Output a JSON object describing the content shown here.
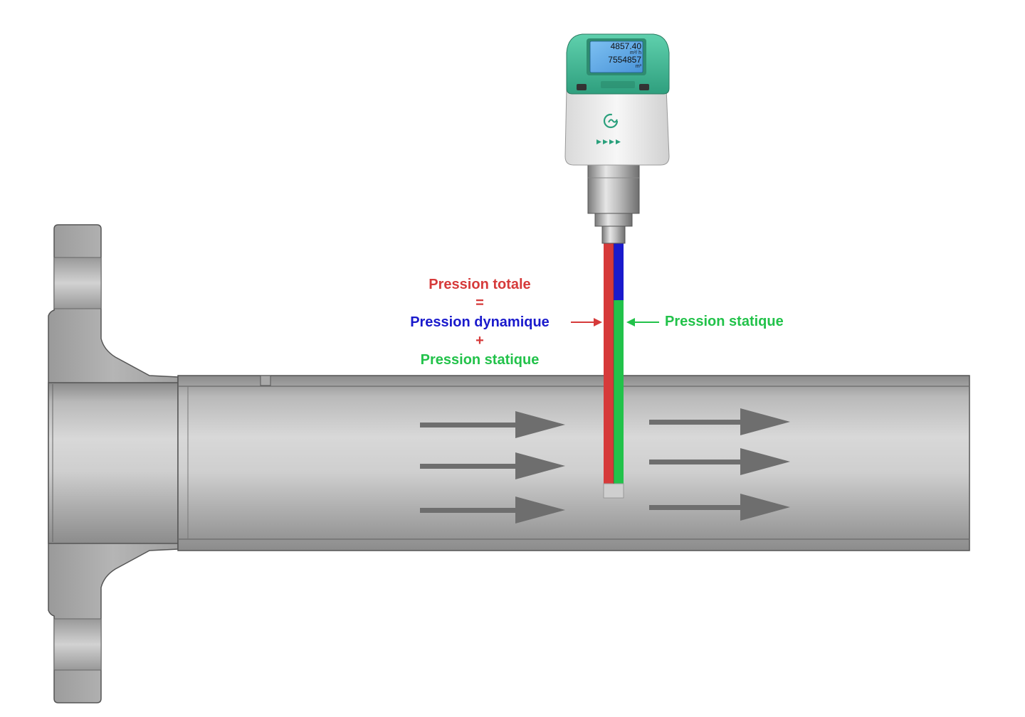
{
  "colors": {
    "total": "#d63a3a",
    "dynamic": "#1a1acc",
    "static": "#22c24a",
    "housing": "#3cb893",
    "lcd": "#5aa6e6"
  },
  "labels": {
    "pression_totale": "Pression totale",
    "equals": "=",
    "pression_dynamique": "Pression dynamique",
    "plus": "+",
    "pression_statique_bottom": "Pression statique",
    "pression_statique_right": "Pression statique"
  },
  "display": {
    "line1_value": "4857.40",
    "line1_unit": "m³/ h",
    "line2_value": "7554857",
    "line2_unit": "m³"
  },
  "icons": {
    "logo": "cs-logo-icon",
    "status": "play-arrows-icon"
  }
}
